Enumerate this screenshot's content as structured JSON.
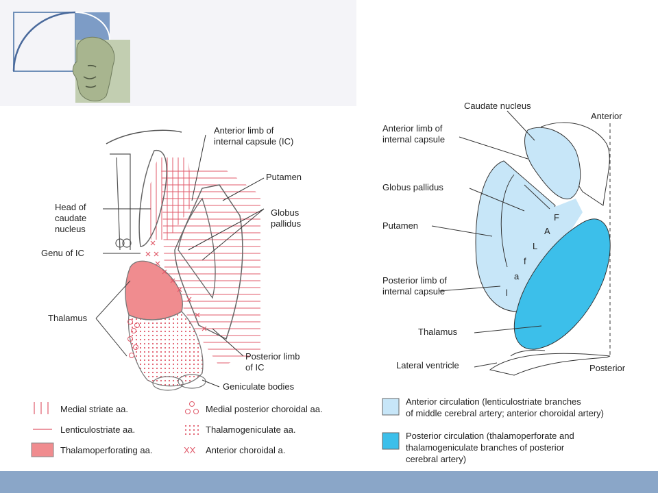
{
  "logo": {
    "description": "golden-spiral-classical-head-logo"
  },
  "left_diagram": {
    "labels": {
      "anterior_limb_1": "Anterior limb of",
      "anterior_limb_2": "internal capsule (IC)",
      "putamen": "Putamen",
      "globus_1": "Globus",
      "globus_2": "pallidus",
      "head_caudate_1": "Head of",
      "head_caudate_2": "caudate",
      "head_caudate_3": "nucleus",
      "genu": "Genu of IC",
      "thalamus": "Thalamus",
      "posterior_limb_1": "Posterior limb",
      "posterior_limb_2": "of IC",
      "geniculate": "Geniculate bodies"
    },
    "legend": {
      "medial_striate": "Medial striate aa.",
      "lenticulostriate": "Lenticulostriate aa.",
      "thalamoperforating": "Thalamoperforating aa.",
      "medial_posterior_choroidal": "Medial posterior choroidal aa.",
      "thalamogeniculate": "Thalamogeniculate aa.",
      "anterior_choroidal_symbol": "XX",
      "anterior_choroidal": "Anterior choroidal a."
    }
  },
  "right_diagram": {
    "labels": {
      "caudate": "Caudate nucleus",
      "anterior": "Anterior",
      "anterior_limb_1": "Anterior limb of",
      "anterior_limb_2": "internal capsule",
      "globus": "Globus pallidus",
      "putamen": "Putamen",
      "posterior_limb_1": "Posterior limb of",
      "posterior_limb_2": "internal capsule",
      "thalamus": "Thalamus",
      "lateral_ventricle": "Lateral ventricle",
      "posterior": "Posterior",
      "falfal": [
        "F",
        "A",
        "L",
        "f",
        "a",
        "l"
      ]
    },
    "legend": {
      "anterior_1": "Anterior circulation (lenticulostriate branches",
      "anterior_2": "of middle cerebral artery; anterior choroidal artery)",
      "posterior_1": "Posterior circulation (thalamoperforate and",
      "posterior_2": "thalamogeniculate branches of posterior",
      "posterior_3": "cerebral artery)"
    },
    "colors": {
      "anterior": "#c7e6f8",
      "posterior": "#3cbfea"
    }
  },
  "colors": {
    "artery_red": "#e05a6a",
    "thalamo_fill": "#f08c8f",
    "bar": "#8aa6c8"
  }
}
